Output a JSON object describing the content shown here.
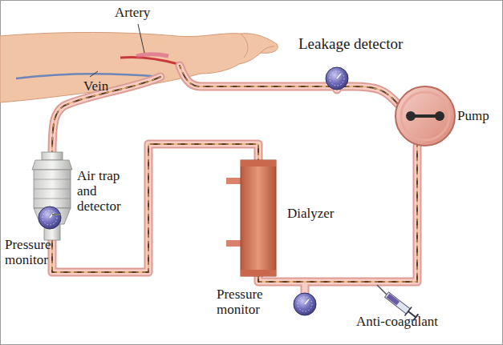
{
  "diagram": {
    "labels": [
      "Artery",
      "Leakage detector",
      "Vein",
      "Pump",
      "Air trap and detector",
      "Pressure monitor",
      "Dialyzer",
      "Pressure monitor",
      "Anti-coagulant"
    ]
  }
}
